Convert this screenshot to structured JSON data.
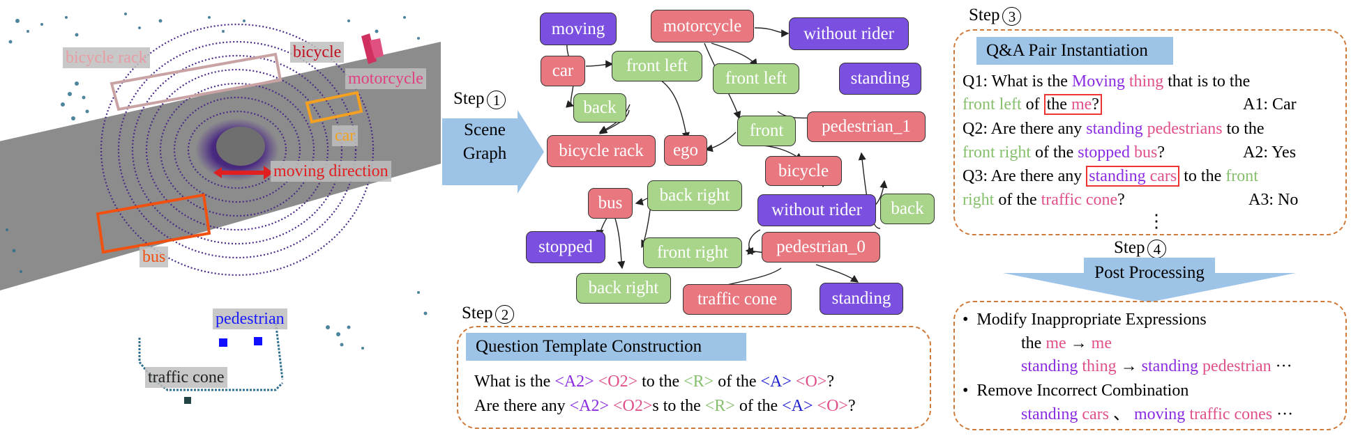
{
  "lidar": {
    "labels": {
      "bicycle_rack": "bicycle rack",
      "bicycle": "bicycle",
      "motorcycle": "motorcycle",
      "car": "car",
      "moving_direction": "moving direction",
      "bus": "bus",
      "pedestrian": "pedestrian",
      "traffic_cone": "traffic cone"
    }
  },
  "step1": {
    "label": "Step",
    "num": "1",
    "arrow_line1": "Scene",
    "arrow_line2": "Graph"
  },
  "step2": {
    "label": "Step",
    "num": "2",
    "header": "Question Template Construction"
  },
  "step3": {
    "label": "Step",
    "num": "3",
    "header": "Q&A Pair Instantiation"
  },
  "step4": {
    "label": "Step",
    "num": "4",
    "arrow_text": "Post Processing"
  },
  "graph": {
    "nodes": {
      "moving": "moving",
      "motorcycle": "motorcycle",
      "without_rider_1": "without rider",
      "car": "car",
      "front_left_1": "front left",
      "front_left_2": "front left",
      "standing_1": "standing",
      "back": "back",
      "front": "front",
      "pedestrian_1": "pedestrian_1",
      "bicycle_rack": "bicycle rack",
      "ego": "ego",
      "bicycle": "bicycle",
      "bus": "bus",
      "back_right_1": "back right",
      "without_rider_2": "without rider",
      "back_2": "back",
      "stopped": "stopped",
      "front_right": "front right",
      "pedestrian_0": "pedestrian_0",
      "back_right_2": "back right",
      "traffic_cone": "traffic cone",
      "standing_2": "standing"
    }
  },
  "templates": {
    "t1": {
      "p1": "What is the ",
      "a2": "<A2>",
      "s1": " ",
      "o2": "<O2>",
      "p2": " to the ",
      "r": "<R>",
      "p3": " of the ",
      "a": "<A>",
      "s2": " ",
      "o": "<O>",
      "p4": "?"
    },
    "t2": {
      "p1": "Are there any ",
      "a2": "<A2>",
      "s1": " ",
      "o2": "<O2>",
      "p2": "s to the ",
      "r": "<R>",
      "p3": " of the ",
      "a": "<A>",
      "s2": " ",
      "o": "<O>",
      "p4": "?"
    }
  },
  "qa": {
    "q1": {
      "a": "Q1: What is the ",
      "b": "Moving",
      "c": " ",
      "d": "thing",
      "e": " that is to the",
      "f": "front left",
      "g": " of ",
      "h": "the ",
      "i": "me",
      "j": "?",
      "answer": "A1: Car"
    },
    "q2": {
      "a": "Q2: Are there any ",
      "b": "standing",
      "c": " ",
      "d": "pedestrians",
      "e": " to the",
      "f": "front right",
      "g": " of the ",
      "h": "stopped",
      "i": " ",
      "j": "bus",
      "k": "?",
      "answer": "A2: Yes"
    },
    "q3": {
      "a": "Q3: Are there any ",
      "b": "standing",
      "c": " ",
      "d": "cars",
      "e": " to the ",
      "f": "front",
      "g": "right",
      "h": " of the ",
      "i": "traffic cone",
      "j": "?",
      "answer": "A3: No"
    },
    "ellipsis": "⋮"
  },
  "post": {
    "b1": "Modify Inappropriate Expressions",
    "l1": {
      "a": "the ",
      "b": "me",
      "c": " → ",
      "d": "me"
    },
    "l2": {
      "a": "standing",
      "b": " ",
      "c": "thing",
      "d": " → ",
      "e": "standing",
      "f": " ",
      "g": "pedestrian",
      "h": " ···"
    },
    "b2": "Remove Incorrect Combination",
    "l3": {
      "a": "standing",
      "b": " ",
      "c": "cars",
      "d": " 、 ",
      "e": "moving",
      "f": " ",
      "g": "traffic cones",
      "h": " ···"
    },
    "bullet": "•"
  }
}
